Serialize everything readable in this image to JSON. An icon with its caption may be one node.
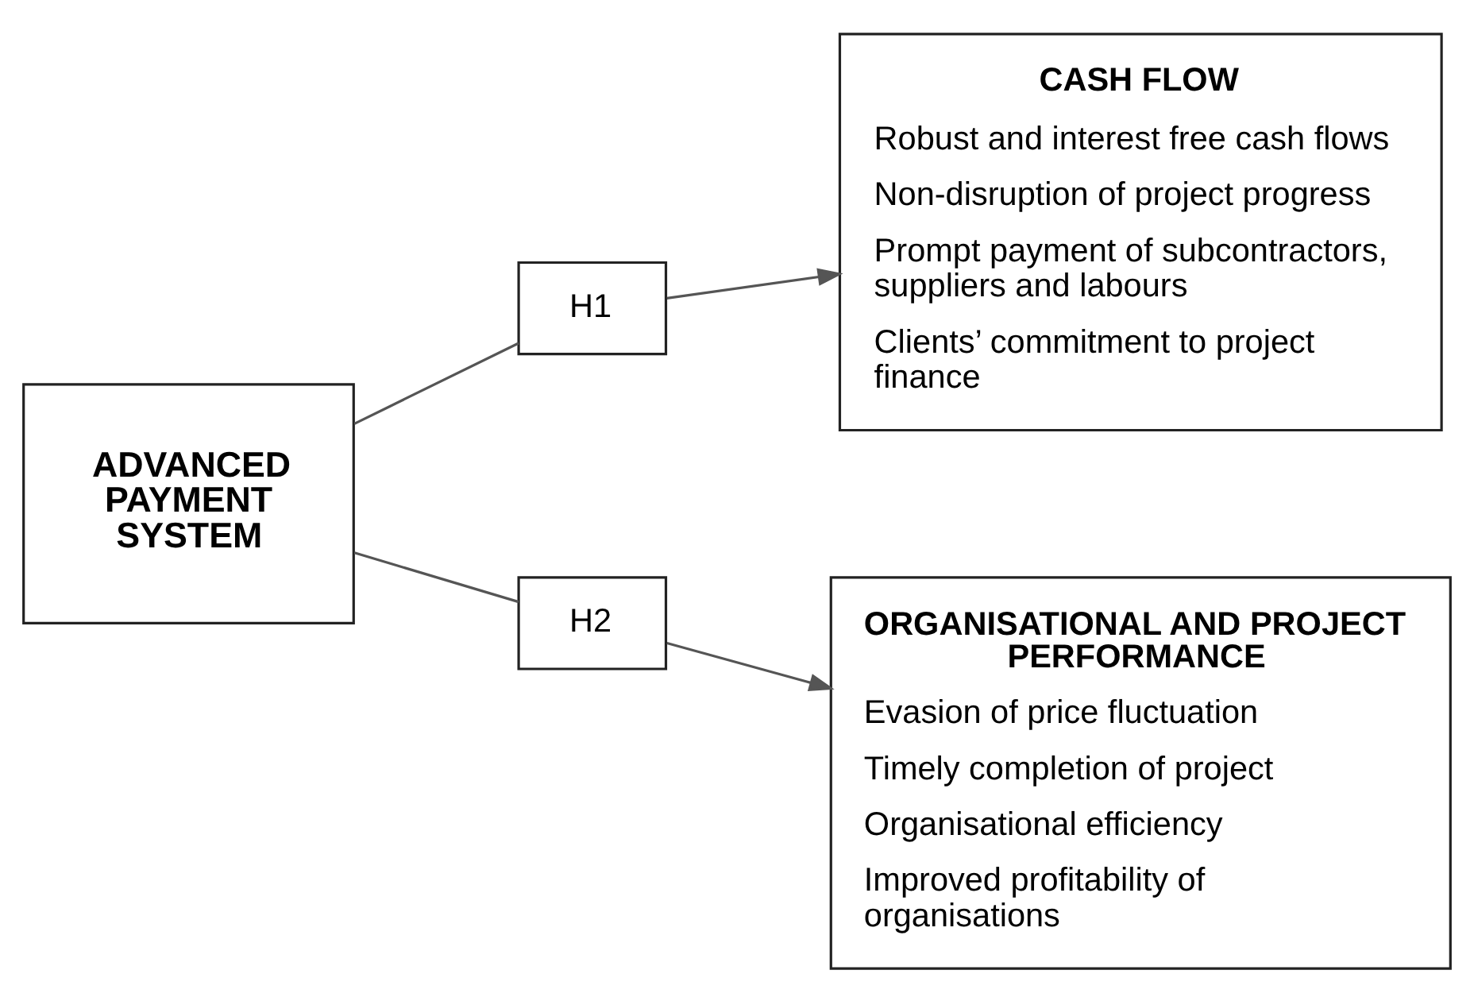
{
  "diagram": {
    "nodes": [
      {
        "text": [
          "ADVANCED PAYMENT SYSTEM"
        ]
      },
      {
        "text": [
          "H1"
        ]
      },
      {
        "text": [
          "CASH FLOW",
          "Robust and interest free cash flows",
          "Non-disruption of project progress",
          "Prompt payment of subcontractors, suppliers and labours",
          "Clients’ commitment to project finance"
        ]
      },
      {
        "text": [
          "H2"
        ]
      },
      {
        "text": [
          "ORGANISATIONAL AND PROJECT PERFORMANCE",
          "Evasion of price fluctuation",
          "Timely completion of project",
          "Organisational efficiency",
          "Improved profitability of organisations"
        ]
      }
    ],
    "edges": [
      {
        "from": 0,
        "to": 1,
        "arrow": "none"
      },
      {
        "from": 1,
        "to": 2,
        "arrow": "to"
      },
      {
        "from": 0,
        "to": 3,
        "arrow": "none"
      },
      {
        "from": 3,
        "to": 4,
        "arrow": "to"
      }
    ]
  }
}
